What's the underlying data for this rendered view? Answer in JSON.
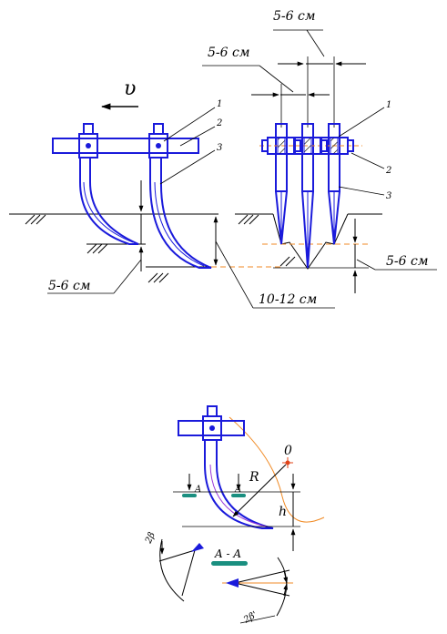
{
  "colors": {
    "tool": "#1a1adb",
    "line": "#000000",
    "soil_accent": "#f08a24",
    "center_mark": "#e0441a",
    "section": "#1a8f80",
    "bolt_fill": "#6a5a2a"
  },
  "top_view": {
    "velocity_symbol": "υ",
    "dim_spacing_top": "5-6 см",
    "dim_spacing_mid": "5-6 см",
    "dim_right_depth": "5-6 см",
    "dim_left_depth": "5-6 см",
    "dim_total_depth": "10-12 см",
    "side_part_labels": [
      "1",
      "2",
      "3"
    ],
    "front_part_labels": [
      "1",
      "2",
      "3"
    ]
  },
  "bottom_view": {
    "center_label": "0",
    "radius_label": "R",
    "height_label": "h",
    "section_mark_left": "A",
    "section_mark_right": "A",
    "section_title": "A - A",
    "angle_left": "2β",
    "angle_right": "2β'"
  }
}
